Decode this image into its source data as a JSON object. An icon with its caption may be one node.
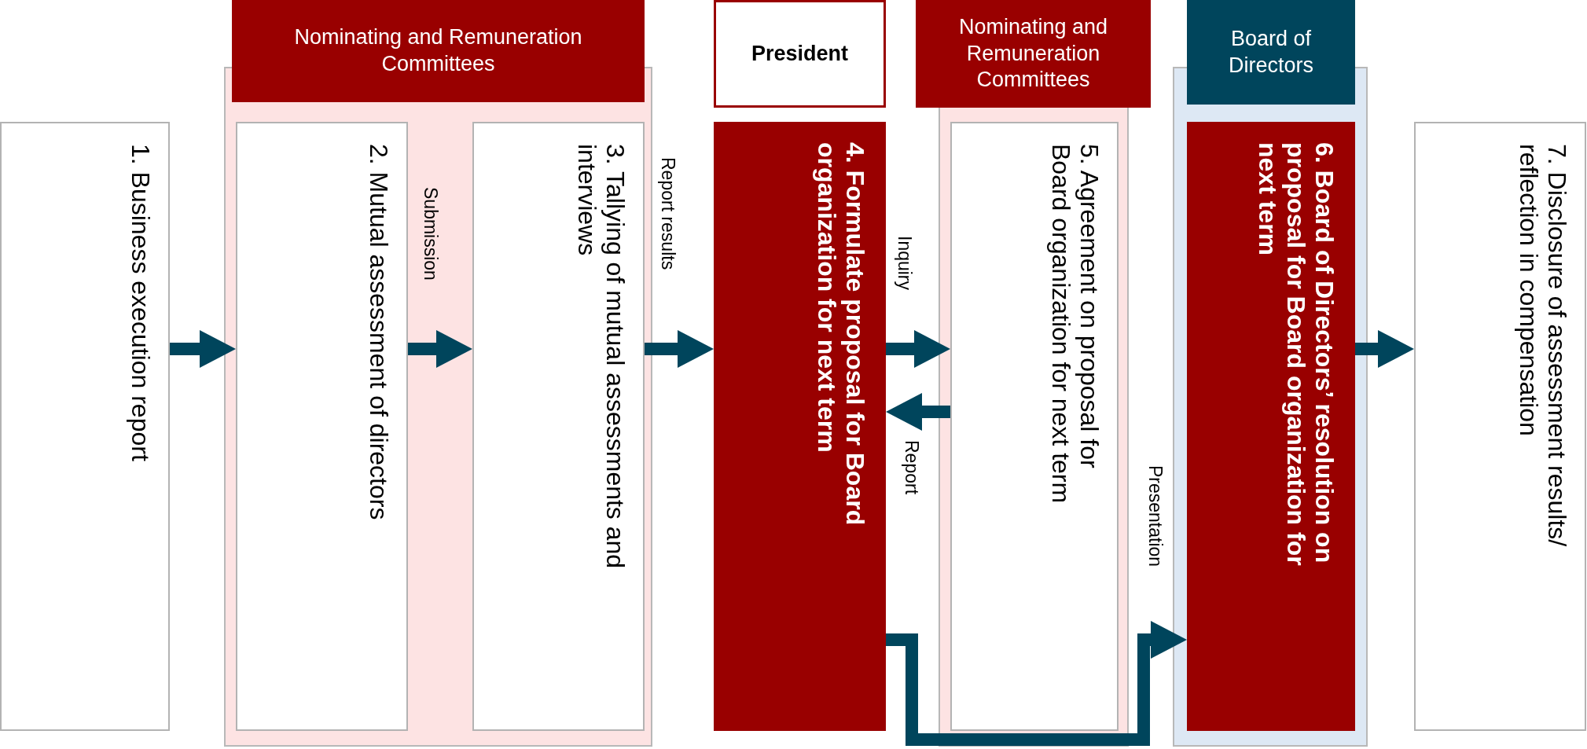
{
  "diagram": {
    "nodes": [
      {
        "text": [
          "1. Business execution report"
        ]
      },
      {
        "text": [
          "Nominating and Remuneration Committees"
        ]
      },
      {
        "text": [
          "2. Mutual assessment of directors"
        ],
        "in": 1
      },
      {
        "text": [
          "3. Tallying of mutual assessments and interviews"
        ],
        "in": 1
      },
      {
        "text": [
          "President"
        ]
      },
      {
        "text": [
          "4. Formulate proposal for Board organization for next term"
        ]
      },
      {
        "text": [
          "Nominating and Remuneration Committees"
        ]
      },
      {
        "text": [
          "5. Agreement on proposal for Board organization for next term"
        ],
        "in": 6
      },
      {
        "text": [
          "Board of Directors"
        ]
      },
      {
        "text": [
          "6. Board of Directors’ resolution on proposal for Board organization for next term"
        ],
        "in": 8
      },
      {
        "text": [
          "7. Disclosure of assessment results/ reflection in compensation"
        ]
      }
    ],
    "edges": [
      {
        "from": 0,
        "to": 2,
        "arrow": "to"
      },
      {
        "from": 2,
        "to": 3,
        "arrow": "to",
        "label": "Submission"
      },
      {
        "from": 3,
        "to": 5,
        "arrow": "to",
        "label": "Report results"
      },
      {
        "from": 5,
        "to": 7,
        "arrow": "to",
        "label": "Inquiry"
      },
      {
        "from": 7,
        "to": 5,
        "arrow": "to",
        "label": "Report"
      },
      {
        "from": 5,
        "to": 9,
        "arrow": "to",
        "label": "Presentation"
      },
      {
        "from": 9,
        "to": 10,
        "arrow": "to"
      }
    ]
  }
}
